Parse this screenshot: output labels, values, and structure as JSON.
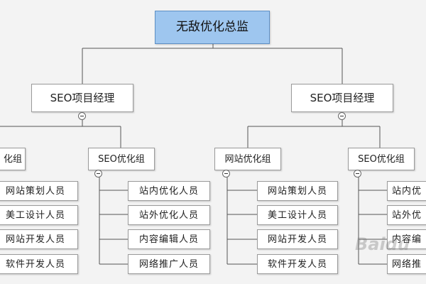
{
  "root": {
    "label": "无敌优化总监"
  },
  "managers": [
    {
      "label": "SEO项目经理"
    },
    {
      "label": "SEO项目经理"
    }
  ],
  "groups": [
    {
      "label": "化组"
    },
    {
      "label": "SEO优化组"
    },
    {
      "label": "网站优化组"
    },
    {
      "label": "SEO优化组"
    }
  ],
  "leaves": {
    "col1": [
      "网站策划人员",
      "美工设计人员",
      "网站开发人员",
      "软件开发人员"
    ],
    "col2": [
      "站内优化人员",
      "站外优化人员",
      "内容编辑人员",
      "网络推广人员"
    ],
    "col3": [
      "网站策划人员",
      "美工设计人员",
      "网站开发人员",
      "软件开发人员"
    ],
    "col4": [
      "站内优",
      "站外优",
      "内容编",
      "网络推"
    ]
  },
  "colors": {
    "root_fill": "#9ec6ef",
    "box_border": "#9a9a9a",
    "line": "#555555"
  },
  "watermark": "Baidu"
}
